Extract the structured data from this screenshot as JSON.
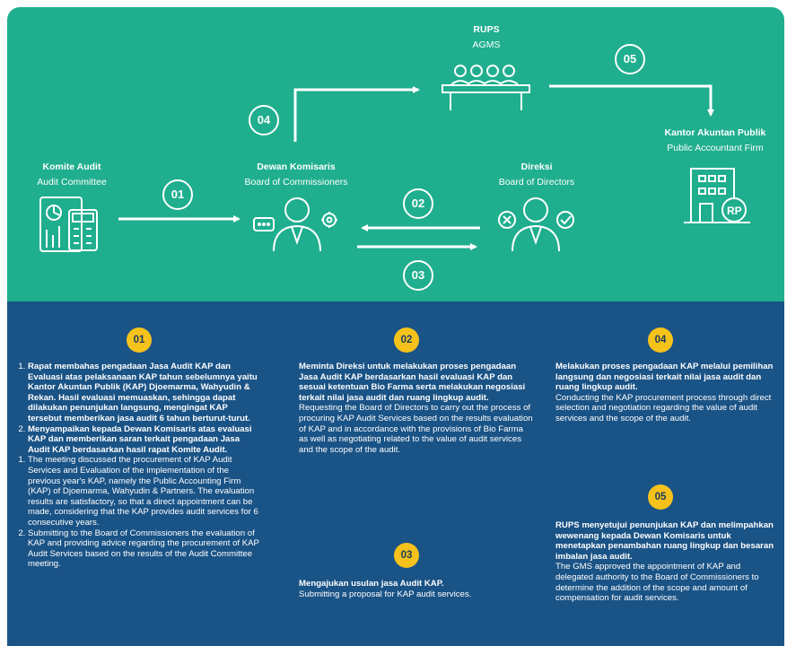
{
  "nodes": {
    "rups": {
      "title": "RUPS",
      "subtitle": "AGMS"
    },
    "kap": {
      "title": "Kantor Akuntan Publik",
      "subtitle": "Public Accountant Firm"
    },
    "audit": {
      "title": "Komite Audit",
      "subtitle": "Audit Committee"
    },
    "dewan": {
      "title": "Dewan Komisaris",
      "subtitle": "Board of Commissioners"
    },
    "direksi": {
      "title": "Direksi",
      "subtitle": "Board of Directors"
    }
  },
  "steps": [
    "01",
    "02",
    "03",
    "04",
    "05"
  ],
  "icons": [
    "calculator-document-icon",
    "person-chat-gear-icon",
    "person-x-check-icon",
    "meeting-table-icon",
    "building-rp-icon"
  ],
  "colors": {
    "top_panel": "#1fae8e",
    "bottom_panel": "#1a5386",
    "badge": "#f5c21b"
  },
  "details": {
    "s01": {
      "badge": "01",
      "id_items": [
        "Rapat membahas pengadaan Jasa Audit KAP dan Evaluasi atas pelaksanaan KAP tahun sebelumnya yaitu Kantor Akuntan Publik (KAP) Djoemarma, Wahyudin & Rekan. Hasil evaluasi memuaskan, sehingga dapat dilakukan penunjukan langsung, mengingat KAP tersebut memberikan jasa audit 6 tahun berturut-turut.",
        "Menyampaikan kepada Dewan Komisaris atas evaluasi KAP dan memberikan saran terkait pengadaan Jasa Audit KAP berdasarkan hasil rapat Komite Audit."
      ],
      "en_items": [
        "The meeting discussed the procurement of KAP Audit Services and Evaluation of the implementation of the previous year's KAP, namely the Public Accounting Firm (KAP) of Djoemarma, Wahyudin & Partners. The evaluation results are satisfactory, so that a direct appointment can be made, considering that the KAP provides audit services for 6 consecutive years.",
        "Submitting to the Board of Commissioners the evaluation of KAP and providing advice regarding the procurement of KAP Audit Services based on the results of the Audit Committee meeting."
      ]
    },
    "s02": {
      "badge": "02",
      "id": "Meminta Direksi untuk melakukan proses pengadaan Jasa Audit KAP berdasarkan hasil evaluasi KAP dan sesuai ketentuan Bio Farma serta melakukan negosiasi terkait nilai jasa audit dan ruang lingkup audit.",
      "en": "Requesting the Board of Directors to carry out the process of procuring KAP Audit Services based on the results evaluation of KAP and in accordance with the provisions of Bio Farma as well as negotiating related to the value of audit services and the scope of the audit."
    },
    "s03": {
      "badge": "03",
      "id": "Mengajukan usulan jasa Audit KAP.",
      "en": "Submitting a proposal for KAP audit services."
    },
    "s04": {
      "badge": "04",
      "id": "Melakukan proses pengadaan KAP melalui pemilihan langsung dan negosiasi terkait nilai jasa audit dan ruang lingkup audit.",
      "en": "Conducting the KAP procurement process through direct selection and negotiation regarding the value of audit services and the scope of the audit."
    },
    "s05": {
      "badge": "05",
      "id": "RUPS menyetujui penunjukan KAP dan melimpahkan wewenang kepada Dewan Komisaris untuk menetapkan penambahan ruang lingkup dan besaran imbalan jasa audit.",
      "en": "The GMS approved the appointment of KAP and delegated authority to the Board of Commissioners to determine the addition of the scope and amount of compensation for audit services."
    }
  }
}
